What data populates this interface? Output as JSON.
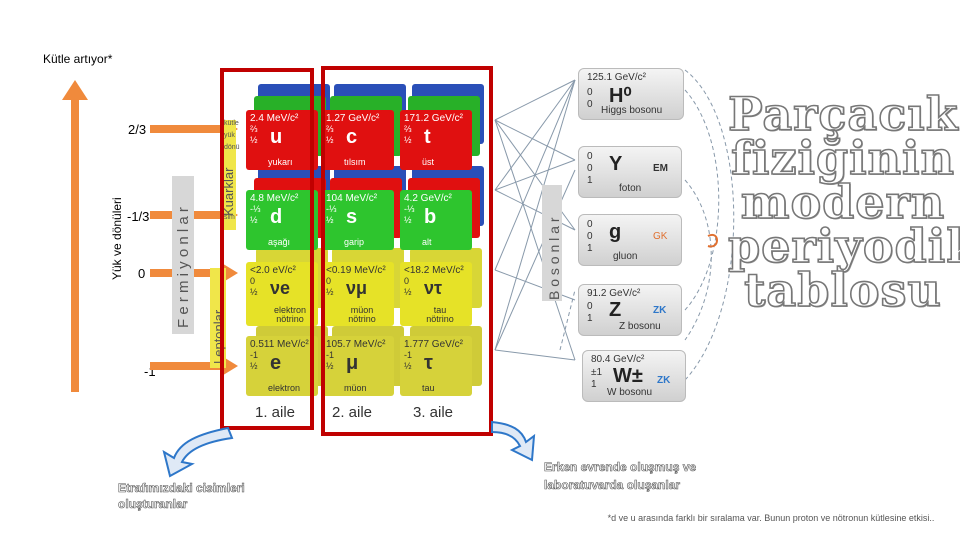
{
  "mass_label": "Kütle artıyor*",
  "charge_label": "Yük ve dönüleri",
  "charge_levels": [
    "2/3",
    "-1/3",
    "0",
    "-1"
  ],
  "side_labels": {
    "fermions": "F e r m i y o n l a r",
    "quarks": "Kuarklar",
    "leptons": "Leptonlar",
    "bosons": "B o s o n l a r"
  },
  "row_hints": [
    "kütle",
    "yük",
    "dönü",
    "sim"
  ],
  "generations": [
    "1. aile",
    "2. aile",
    "3. aile"
  ],
  "particles": {
    "u": {
      "mass": "2.4 MeV/c²",
      "charge": "⅔",
      "spin": "½",
      "symbol": "u",
      "name": "yukarı"
    },
    "c": {
      "mass": "1.27 GeV/c²",
      "charge": "⅔",
      "spin": "½",
      "symbol": "c",
      "name": "tılsım"
    },
    "t": {
      "mass": "171.2 GeV/c²",
      "charge": "⅔",
      "spin": "½",
      "symbol": "t",
      "name": "üst"
    },
    "d": {
      "mass": "4.8 MeV/c²",
      "charge": "-⅓",
      "spin": "½",
      "symbol": "d",
      "name": "aşağı"
    },
    "s": {
      "mass": "104 MeV/c²",
      "charge": "-⅓",
      "spin": "½",
      "symbol": "s",
      "name": "garip"
    },
    "b": {
      "mass": "4.2 GeV/c²",
      "charge": "-⅓",
      "spin": "½",
      "symbol": "b",
      "name": "alt"
    },
    "ve": {
      "mass": "<2.0 eV/c²",
      "charge": "0",
      "spin": "½",
      "symbol": "νe",
      "name": "elektron nötrino"
    },
    "vmu": {
      "mass": "<0.19 MeV/c²",
      "charge": "0",
      "spin": "½",
      "symbol": "νμ",
      "name": "müon nötrino"
    },
    "vtau": {
      "mass": "<18.2 MeV/c²",
      "charge": "0",
      "spin": "½",
      "symbol": "ντ",
      "name": "tau nötrino"
    },
    "e": {
      "mass": "0.511 MeV/c²",
      "charge": "-1",
      "spin": "½",
      "symbol": "e",
      "name": "elektron"
    },
    "mu": {
      "mass": "105.7 MeV/c²",
      "charge": "-1",
      "spin": "½",
      "symbol": "μ",
      "name": "müon"
    },
    "tau": {
      "mass": "1.777 GeV/c²",
      "charge": "-1",
      "spin": "½",
      "symbol": "τ",
      "name": "tau"
    }
  },
  "bosons": {
    "higgs": {
      "mass": "125.1 GeV/c²",
      "charge": "0",
      "spin": "0",
      "symbol": "H⁰",
      "name": "Higgs bosonu",
      "tag": ""
    },
    "photon": {
      "mass": "0",
      "charge": "0",
      "spin": "1",
      "symbol": "Y",
      "name": "foton",
      "tag": "EM"
    },
    "gluon": {
      "mass": "0",
      "charge": "0",
      "spin": "1",
      "symbol": "g",
      "name": "gluon",
      "tag": "GK"
    },
    "z": {
      "mass": "91.2 GeV/c²",
      "charge": "0",
      "spin": "1",
      "symbol": "Z",
      "name": "Z bosonu",
      "tag": "ZK"
    },
    "w": {
      "mass": "80.4 GeV/c²",
      "charge": "±1",
      "spin": "1",
      "symbol": "W±",
      "name": "W bosonu",
      "tag": "ZK"
    }
  },
  "title_lines": [
    "Parçacık",
    "fiziğinin",
    "modern",
    "periyodik",
    "tablosu"
  ],
  "left_caption": "Etrafımızdaki cisimleri oluşturanlar",
  "right_caption": "Erken evrende oluşmuş ve laboratuvarda oluşanlar",
  "footnote": "*d ve u arasında farklı bir sıralama var. Bunun proton ve nötronun kütlesine etkisi..",
  "colors": {
    "frame": "#c00000",
    "arrow": "#f08a3c",
    "callout": "#2e77c9",
    "quark_red": "#e01010",
    "quark_green": "#2ec52e",
    "lepton_yellow": "#e6e227"
  }
}
